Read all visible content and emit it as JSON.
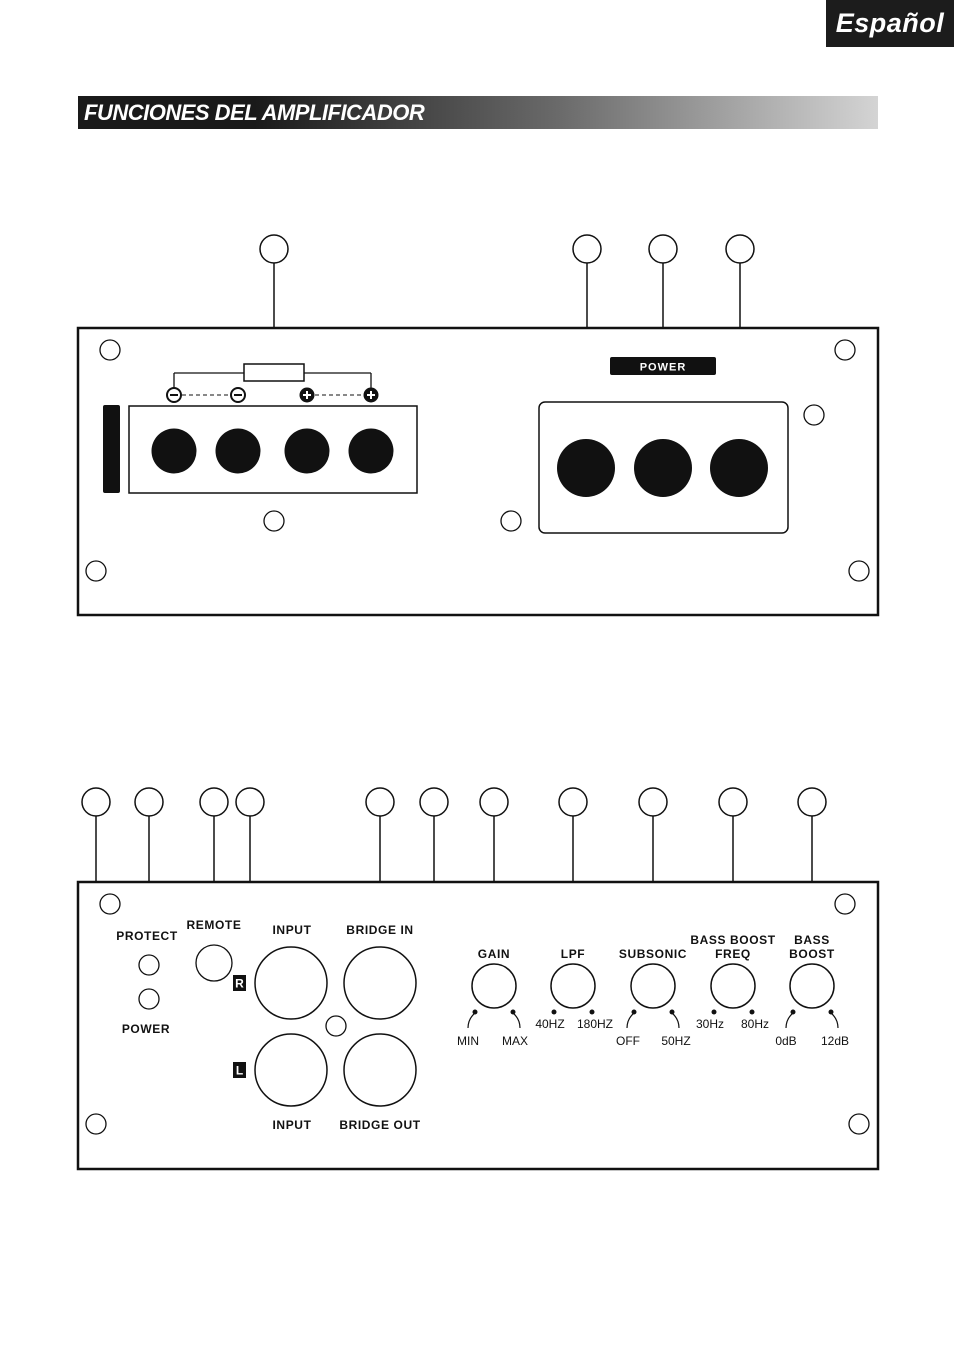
{
  "header": {
    "language_tab": "Español"
  },
  "section": {
    "title": "FUNCIONES DEL AMPLIFICADOR"
  },
  "top_panel": {
    "power_badge": "POWER"
  },
  "bottom_panel": {
    "protect_label": "PROTECT",
    "power_label": "POWER",
    "remote_label": "REMOTE",
    "input_top_label": "INPUT",
    "input_bottom_label": "INPUT",
    "bridge_in_label": "BRIDGE IN",
    "bridge_out_label": "BRIDGE OUT",
    "channel_r": "R",
    "channel_l": "L",
    "gain": {
      "label": "GAIN",
      "min": "MIN",
      "max": "MAX"
    },
    "lpf": {
      "label": "LPF",
      "min": "40HZ",
      "max": "180HZ"
    },
    "subsonic": {
      "label": "SUBSONIC",
      "min": "OFF",
      "max": "50HZ"
    },
    "bass_boost_freq": {
      "label_line1": "BASS BOOST",
      "label_line2": "FREQ",
      "min": "30Hz",
      "max": "80Hz"
    },
    "bass_boost": {
      "label_line1": "BASS",
      "label_line2": "BOOST",
      "min": "0dB",
      "max": "12dB"
    }
  }
}
